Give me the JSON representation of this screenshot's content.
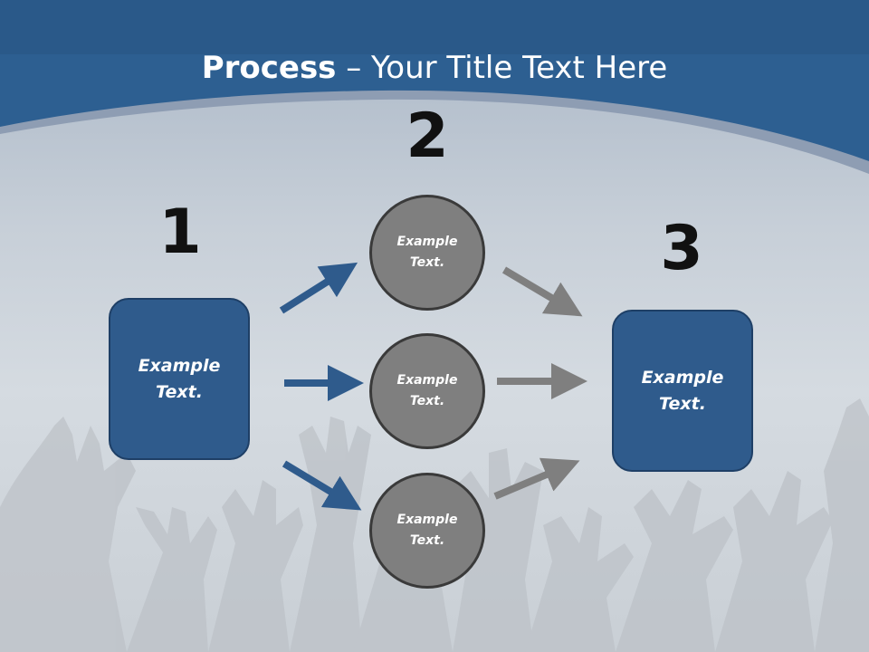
{
  "slide": {
    "title_bold": "Process",
    "title_rest": " – Your Title Text Here"
  },
  "steps": [
    {
      "number": "1"
    },
    {
      "number": "2"
    },
    {
      "number": "3"
    }
  ],
  "nodes": {
    "left_box": "Example Text.",
    "circle_top": "Example Text.",
    "circle_middle": "Example Text.",
    "circle_bottom": "Example Text.",
    "right_box": "Example Text."
  },
  "colors": {
    "header_blue": "#2d5f91",
    "box_blue": "#2f5b8c",
    "circle_gray": "#7f7f7f",
    "arrow_blue": "#2f5b8c",
    "arrow_gray": "#7f7f7f"
  }
}
